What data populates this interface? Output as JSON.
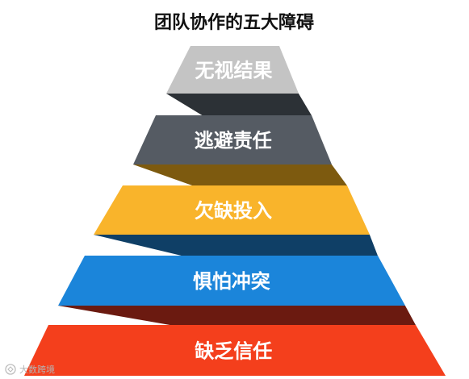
{
  "title": "团队协作的五大障碍",
  "levels": [
    {
      "label": "无视结果",
      "color": "#c4c4c4",
      "connector_color": "#2c3136"
    },
    {
      "label": "逃避责任",
      "color": "#555b63",
      "connector_color": "#7d5a0f"
    },
    {
      "label": "欠缺投入",
      "color": "#f9b42b",
      "connector_color": "#0f3f66"
    },
    {
      "label": "惧怕冲突",
      "color": "#1b85da",
      "connector_color": "#6b1a10"
    },
    {
      "label": "缺乏信任",
      "color": "#f43f1c",
      "connector_color": ""
    }
  ],
  "watermark": {
    "text": "大数跨境",
    "icon": "logo-mark-icon"
  }
}
